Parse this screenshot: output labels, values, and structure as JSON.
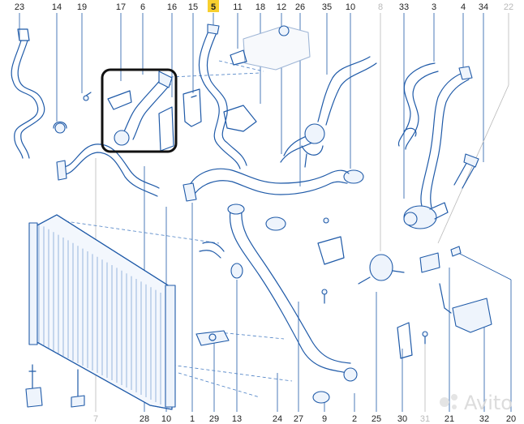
{
  "callouts_top": [
    "23",
    "14",
    "19",
    "17",
    "6",
    "16",
    "15",
    "5",
    "11",
    "18",
    "12",
    "26",
    "35",
    "10",
    "8",
    "33",
    "3",
    "4",
    "34",
    "22"
  ],
  "callouts_bottom": [
    "7",
    "28",
    "10",
    "1",
    "29",
    "13",
    "24",
    "27",
    "9",
    "2",
    "25",
    "30",
    "31",
    "21",
    "32",
    "20"
  ],
  "highlighted_callout": "5",
  "faded_callouts": [
    "8",
    "22",
    "7",
    "31"
  ],
  "watermark": "Avito",
  "colors": {
    "line": "#1f5aa8",
    "highlight": "#f7cf2e",
    "faded": "#b9b9b9",
    "frame": "#111111"
  }
}
